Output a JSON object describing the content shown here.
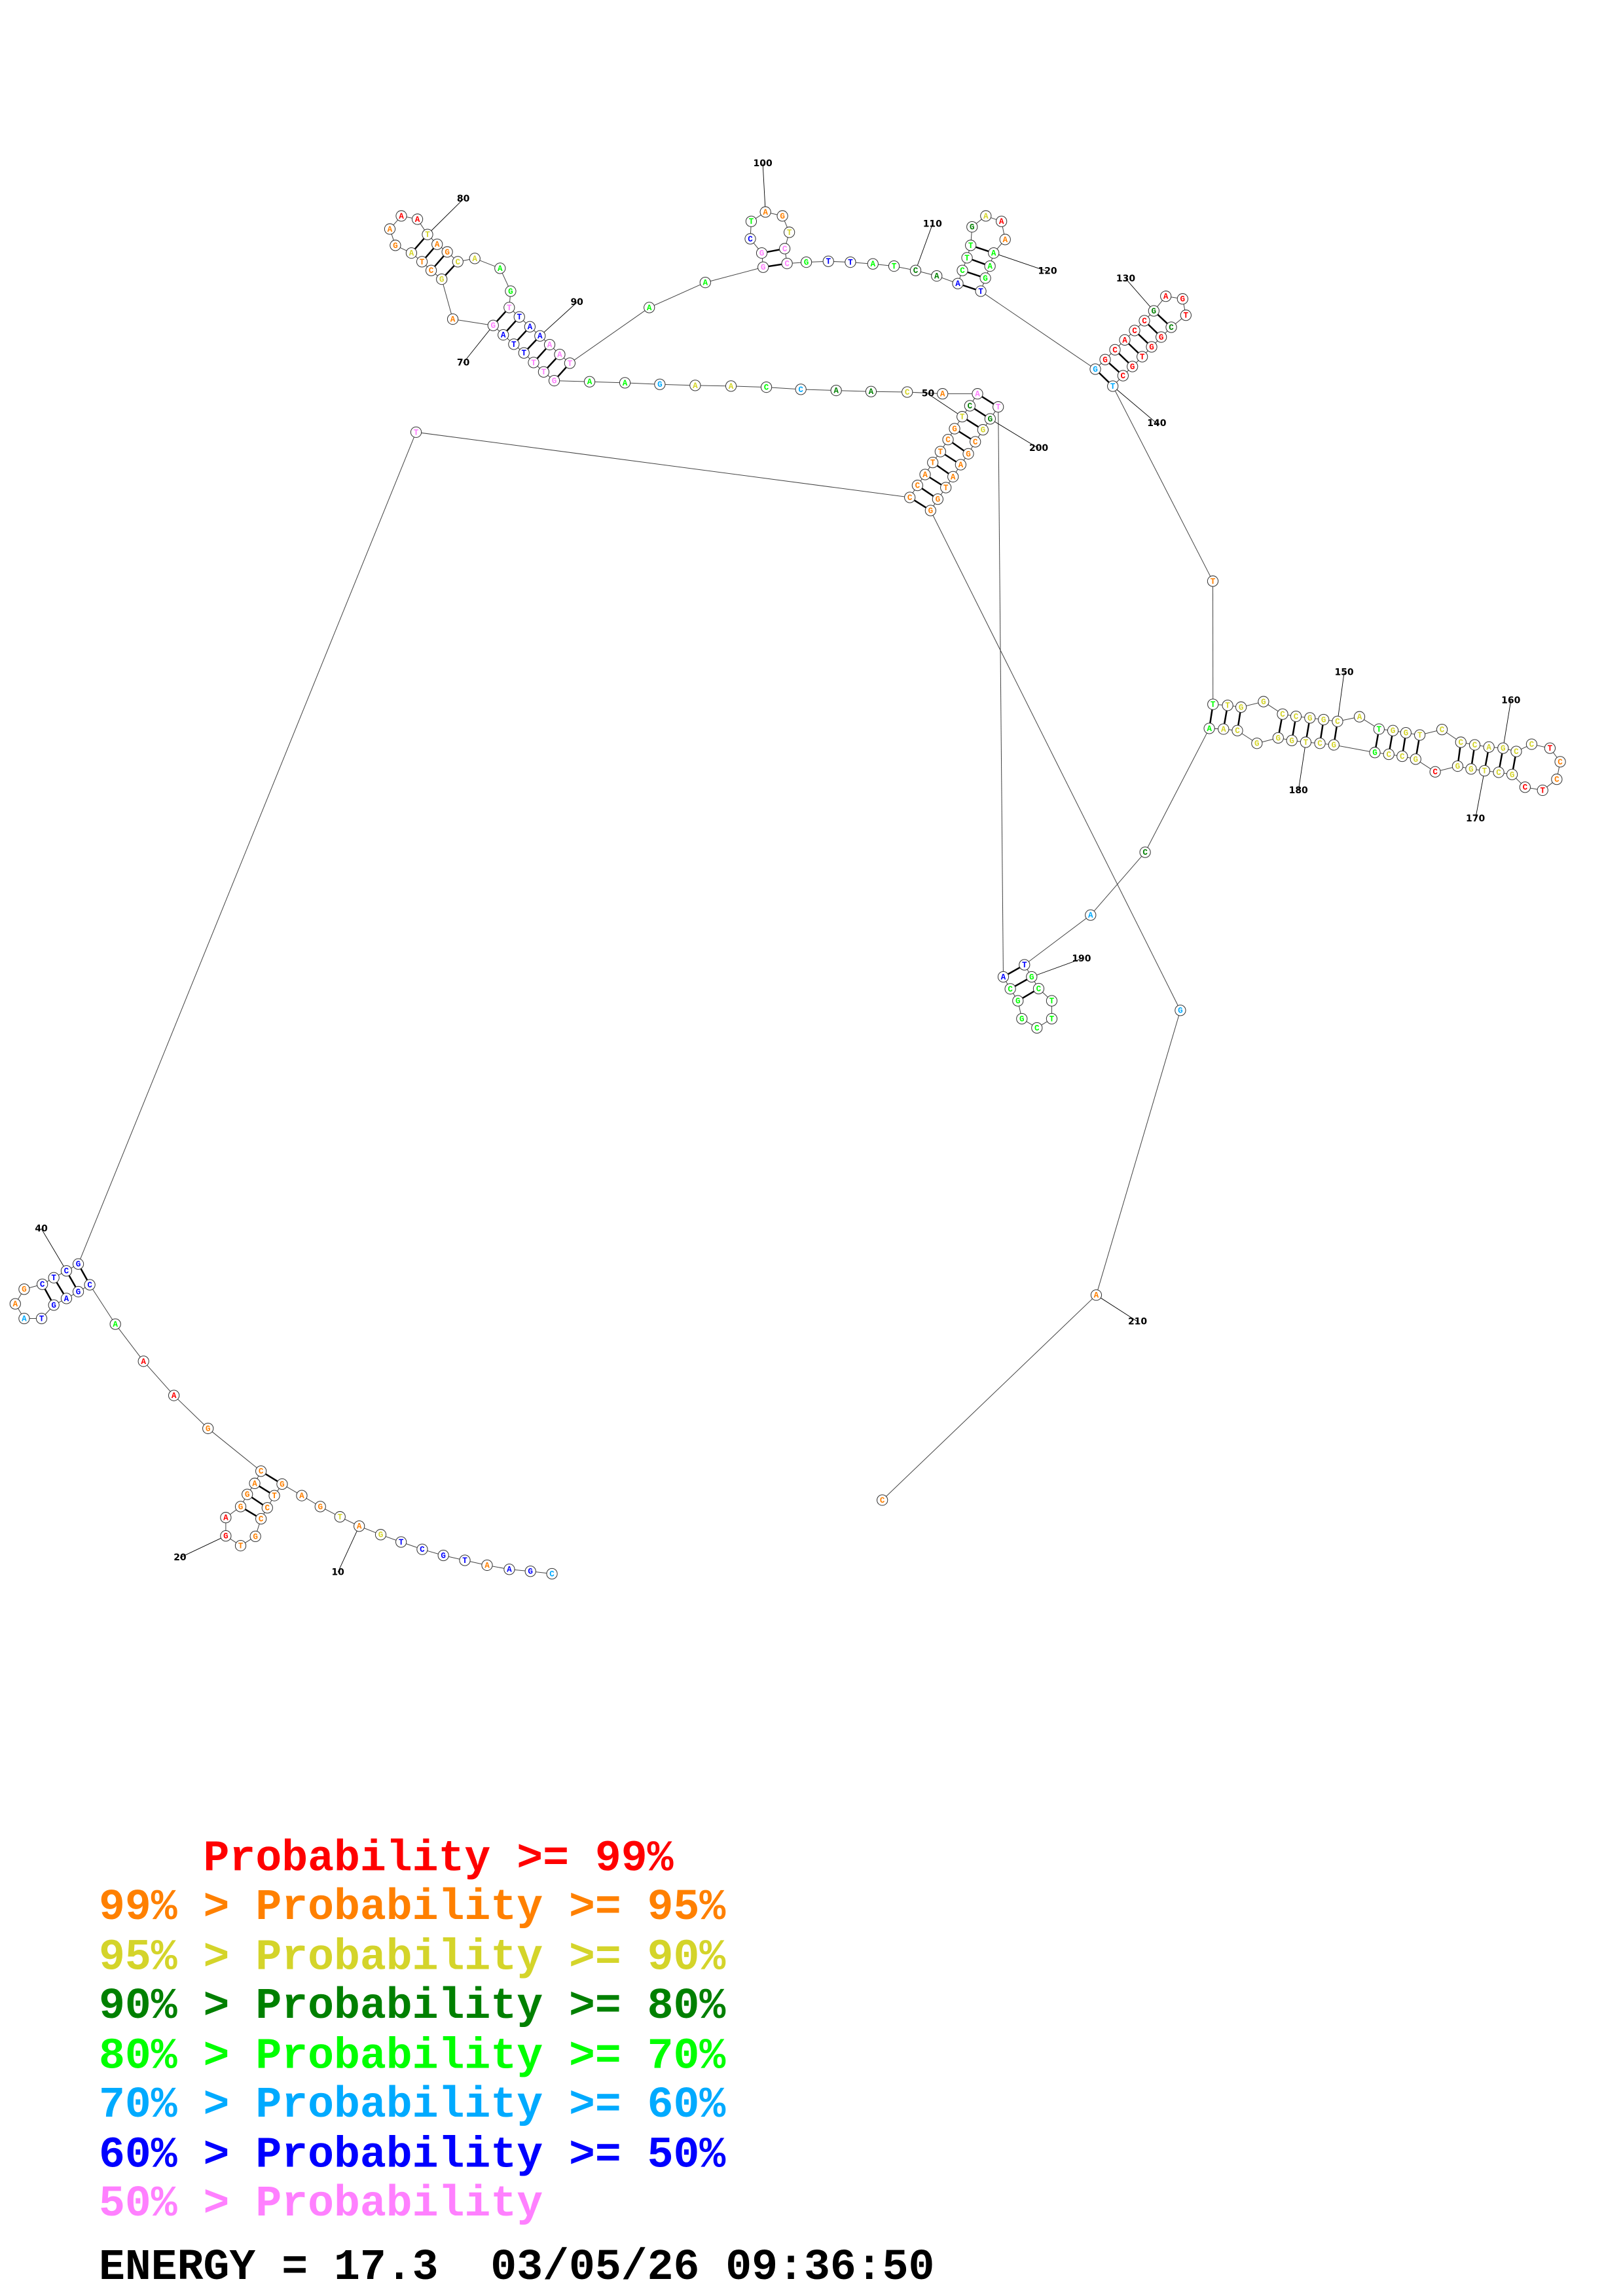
{
  "structure": {
    "sequence": "CGAATGCTGATGAGTCCGTGAGGACGAAACGAGTAAGCTCGTCCATTCGTCAACAACCAAGAAGTTTTAGAGCTAGAAATAGCAAGTTAAAATAAGGCTAGTCCGTTATCAACTTGAAAAAGTGGCACCGAGTCGGTGCTTTTGGCCGGCATGGTCCCAGCCTCCTCGCTGGCGCCGGCTGGGCAACATGCTTCGGCATGGCGAATGGGAC",
    "probability_class": "SBBOBBBBYOYOOOOOOOORROOOOORRGBBBBBSOOBBBBPOOOOOOOYDPOYDDSGYYSGGPPPBBBPOYOOYOORRYOOYYGGPBBBPPPGGPPBGOOYPPGBBGGDDBGGGDYROGGGBSRRRRRDRRRDRRRRRSOGYYYYYYYYYGYYYYYYYYYYROORRYYYYYRYYYGYYYYYYYYGDSBGGGGGGGGBPDYOOOOOOOSOO",
    "position_labels": [
      "10",
      "20",
      "40",
      "50",
      "70",
      "80",
      "90",
      "100",
      "110",
      "120",
      "130",
      "140",
      "150",
      "160",
      "170",
      "180",
      "190",
      "200",
      "210"
    ]
  },
  "class_colors": {
    "R": "#ff0000",
    "O": "#ff8000",
    "Y": "#d4d42a",
    "D": "#008000",
    "G": "#00ff00",
    "S": "#00aaff",
    "B": "#0000ff",
    "P": "#ff80ff"
  },
  "legend": {
    "lines": [
      {
        "text": "    Probability >= 99%",
        "color": "#ff0000"
      },
      {
        "text": "99% > Probability >= 95%",
        "color": "#ff8000"
      },
      {
        "text": "95% > Probability >= 90%",
        "color": "#d4d42a"
      },
      {
        "text": "90% > Probability >= 80%",
        "color": "#008000"
      },
      {
        "text": "80% > Probability >= 70%",
        "color": "#00ff00"
      },
      {
        "text": "70% > Probability >= 60%",
        "color": "#00aaff"
      },
      {
        "text": "60% > Probability >= 50%",
        "color": "#0000ff"
      },
      {
        "text": "50% > Probability",
        "color": "#ff80ff"
      }
    ],
    "energy": "ENERGY = 17.3  03/05/26 09:36:50"
  }
}
